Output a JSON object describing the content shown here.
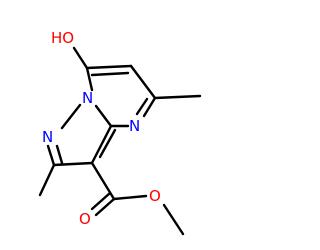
{
  "molecule": {
    "atoms": [
      {
        "id": "o-hydroxyl",
        "label": "HO",
        "color": "#ff0000"
      },
      {
        "id": "n-bridgehead",
        "label": "N",
        "color": "#0000ff"
      },
      {
        "id": "n-pyrazole",
        "label": "N",
        "color": "#0000ff"
      },
      {
        "id": "n-pyrimidine",
        "label": "N",
        "color": "#0000ff"
      },
      {
        "id": "o-carbonyl",
        "label": "O",
        "color": "#ff0000"
      },
      {
        "id": "o-ester",
        "label": "O",
        "color": "#ff0000"
      }
    ],
    "bond_color": "#000000"
  }
}
